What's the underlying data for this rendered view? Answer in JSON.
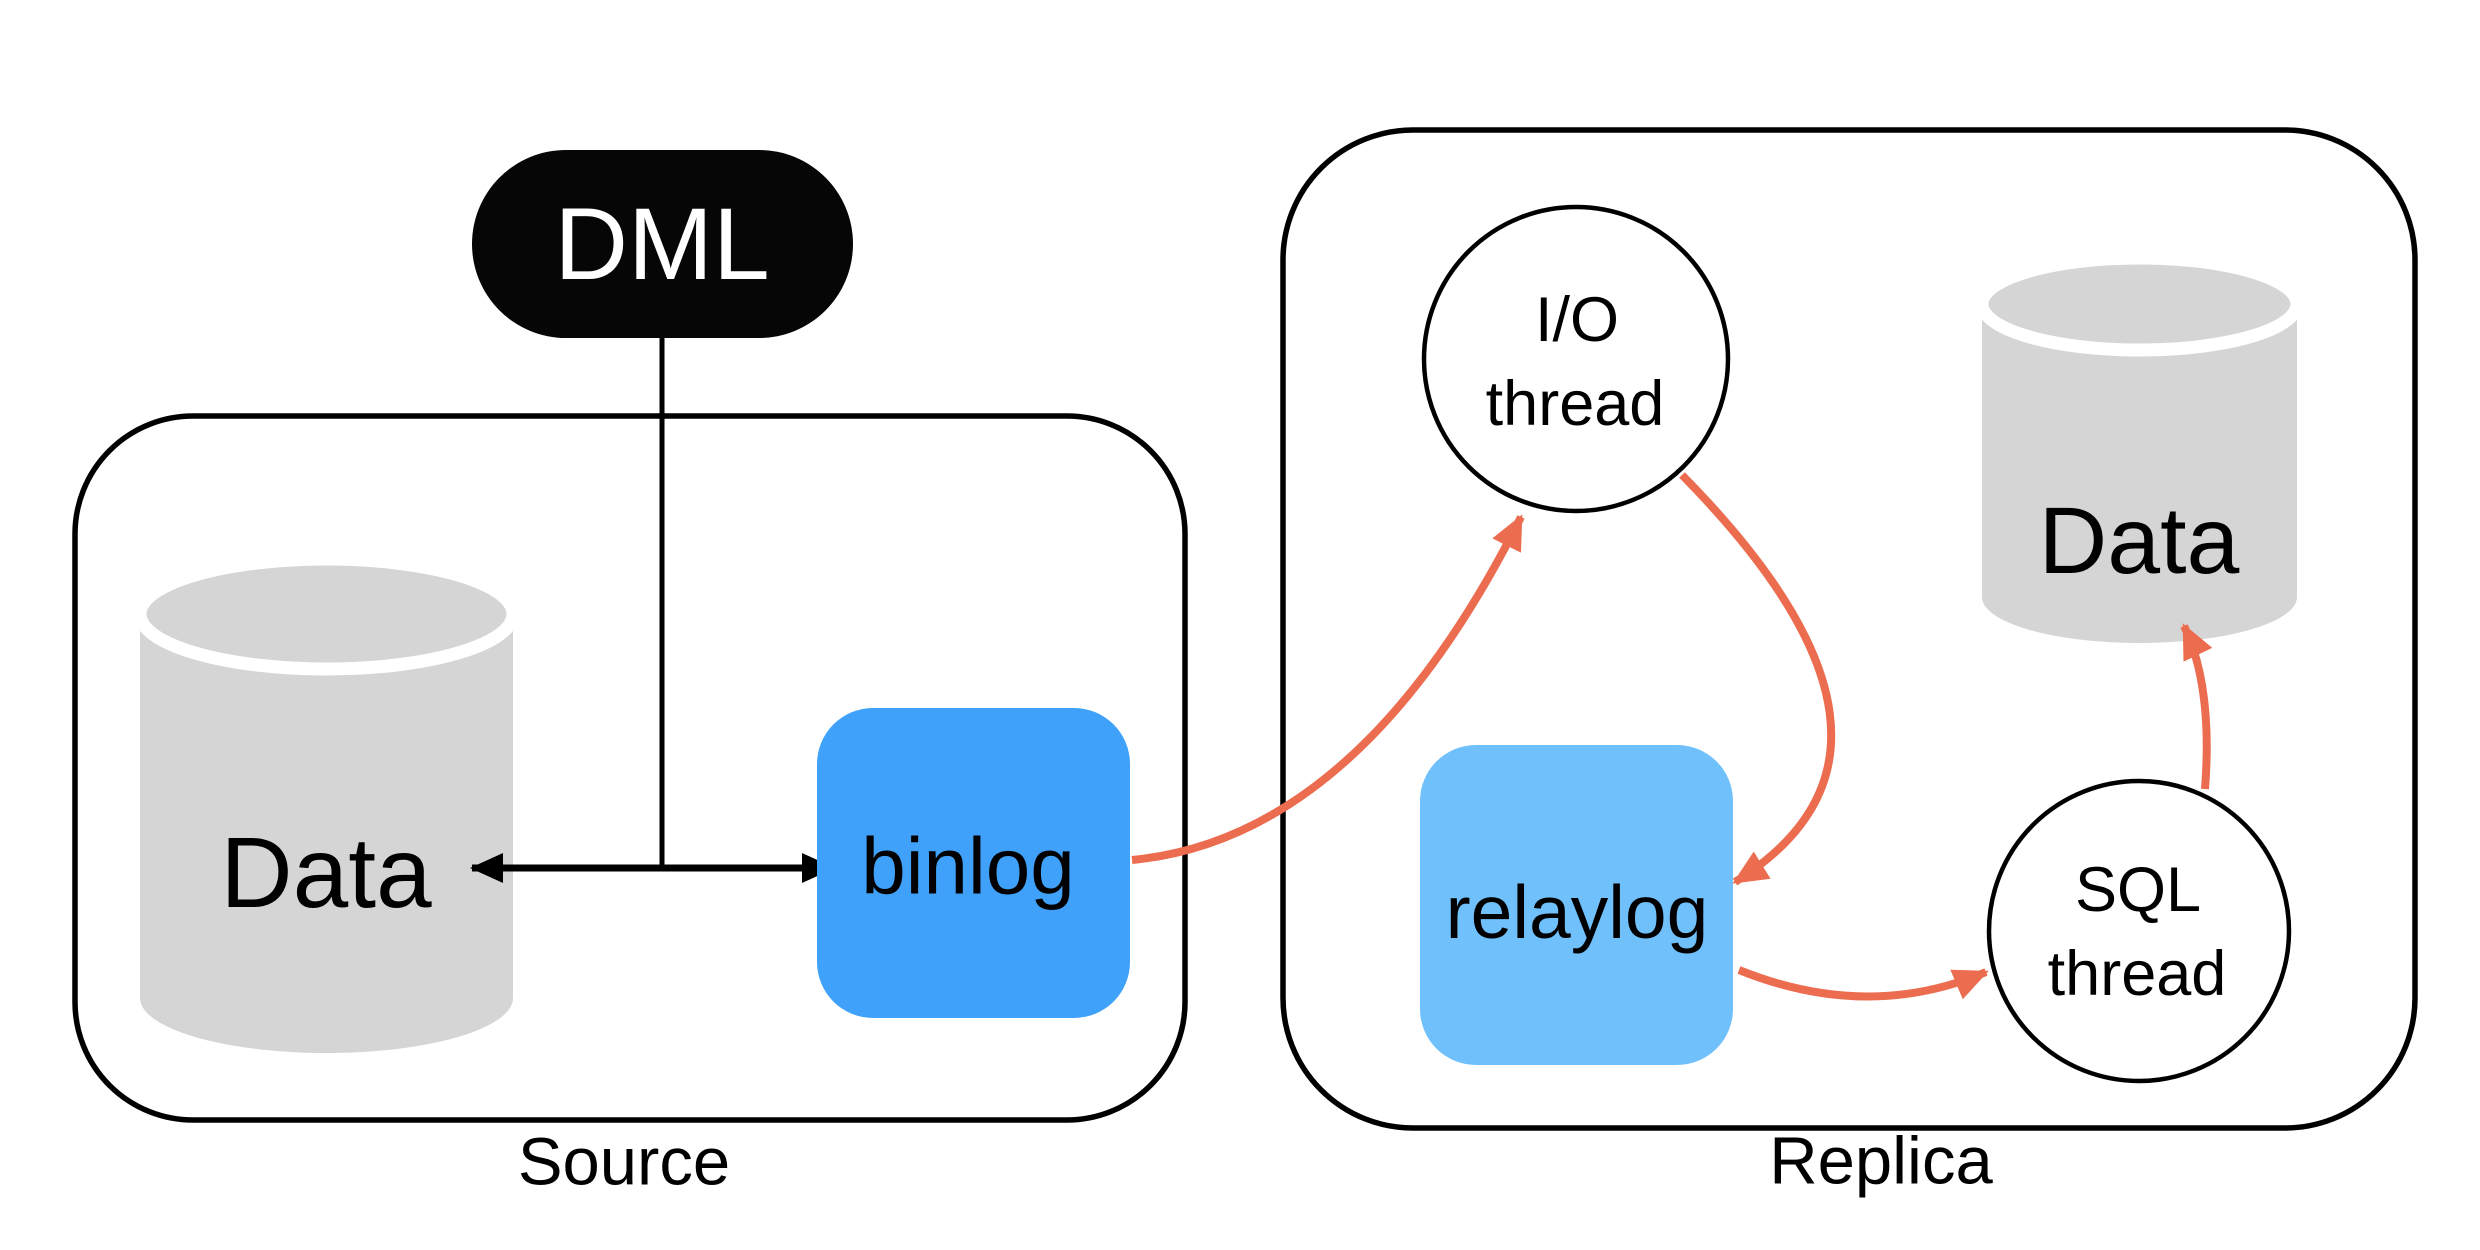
{
  "diagram": {
    "dml_label": "DML",
    "source": {
      "title": "Source",
      "data_label": "Data",
      "binlog_label": "binlog"
    },
    "replica": {
      "title": "Replica",
      "io_thread": {
        "line1": "I/O",
        "line2": "thread"
      },
      "relaylog_label": "relaylog",
      "sql_thread": {
        "line1": "SQL",
        "line2": "thread"
      },
      "data_label": "Data"
    }
  },
  "colors": {
    "outline": "#000000",
    "text": "#000000",
    "dml_fill": "#060606",
    "dml_text": "#ffffff",
    "binlog_fill": "#3fa1fa",
    "relaylog_fill": "#70c0fc",
    "cylinder_fill": "#d5d5d5",
    "cylinder_gap": "#ffffff",
    "arrow": "#ec6c4f"
  }
}
